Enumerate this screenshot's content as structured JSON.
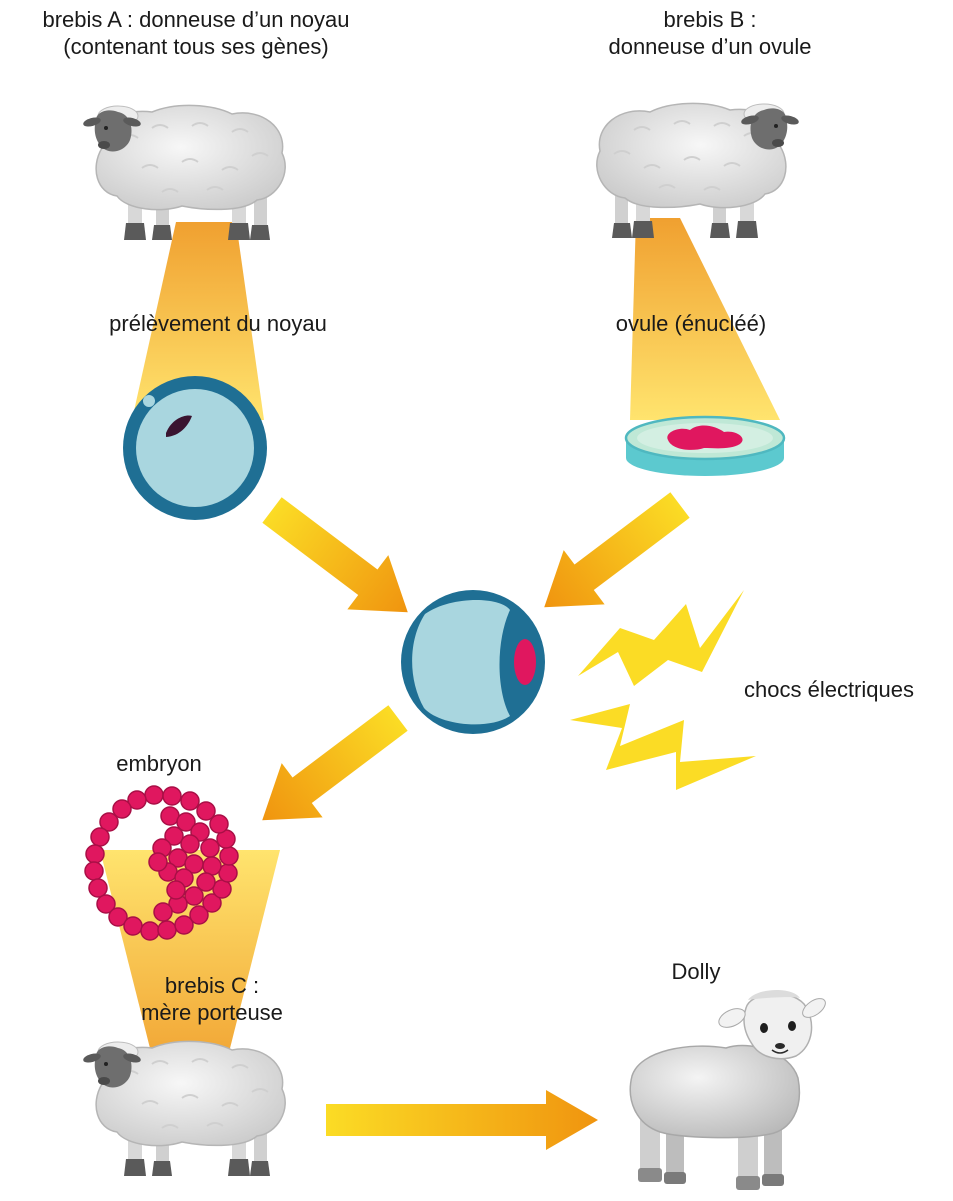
{
  "labels": {
    "sheep_a_line1": "brebis A : donneuse d’un noyau",
    "sheep_a_line2": "(contenant tous ses gènes)",
    "sheep_b_line1": "brebis B :",
    "sheep_b_line2": "donneuse d’un ovule",
    "nucleus_extraction": "prélèvement du noyau",
    "enucleated_ovum": "ovule (énucléé)",
    "electric_shocks": "chocs électriques",
    "embryo": "embryon",
    "sheep_c_line1": "brebis C :",
    "sheep_c_line2": "mère porteuse",
    "dolly": "Dolly"
  },
  "colors": {
    "beam_top": "#f0a030",
    "beam_bottom": "#ffe16a",
    "cell_membrane": "#1f6f94",
    "cytoplasm": "#a9d6df",
    "nucleus": "#3a1430",
    "embryo_cell": "#e0175f",
    "ovum_red": "#e0175f",
    "dish": "#5cc9cf",
    "arrow_light": "#fbdc25",
    "arrow_dark": "#f0940f",
    "lightning": "#fbdc25",
    "wool": "#e4e4e4",
    "sheep_dark": "#6e6e6e"
  },
  "icons": [
    "sheep-a-icon",
    "sheep-b-icon",
    "sheep-c-icon",
    "lamb-dolly-icon",
    "donor-cell-icon",
    "petri-dish-icon",
    "fused-cell-icon",
    "embryo-icon",
    "lightning-icon"
  ]
}
